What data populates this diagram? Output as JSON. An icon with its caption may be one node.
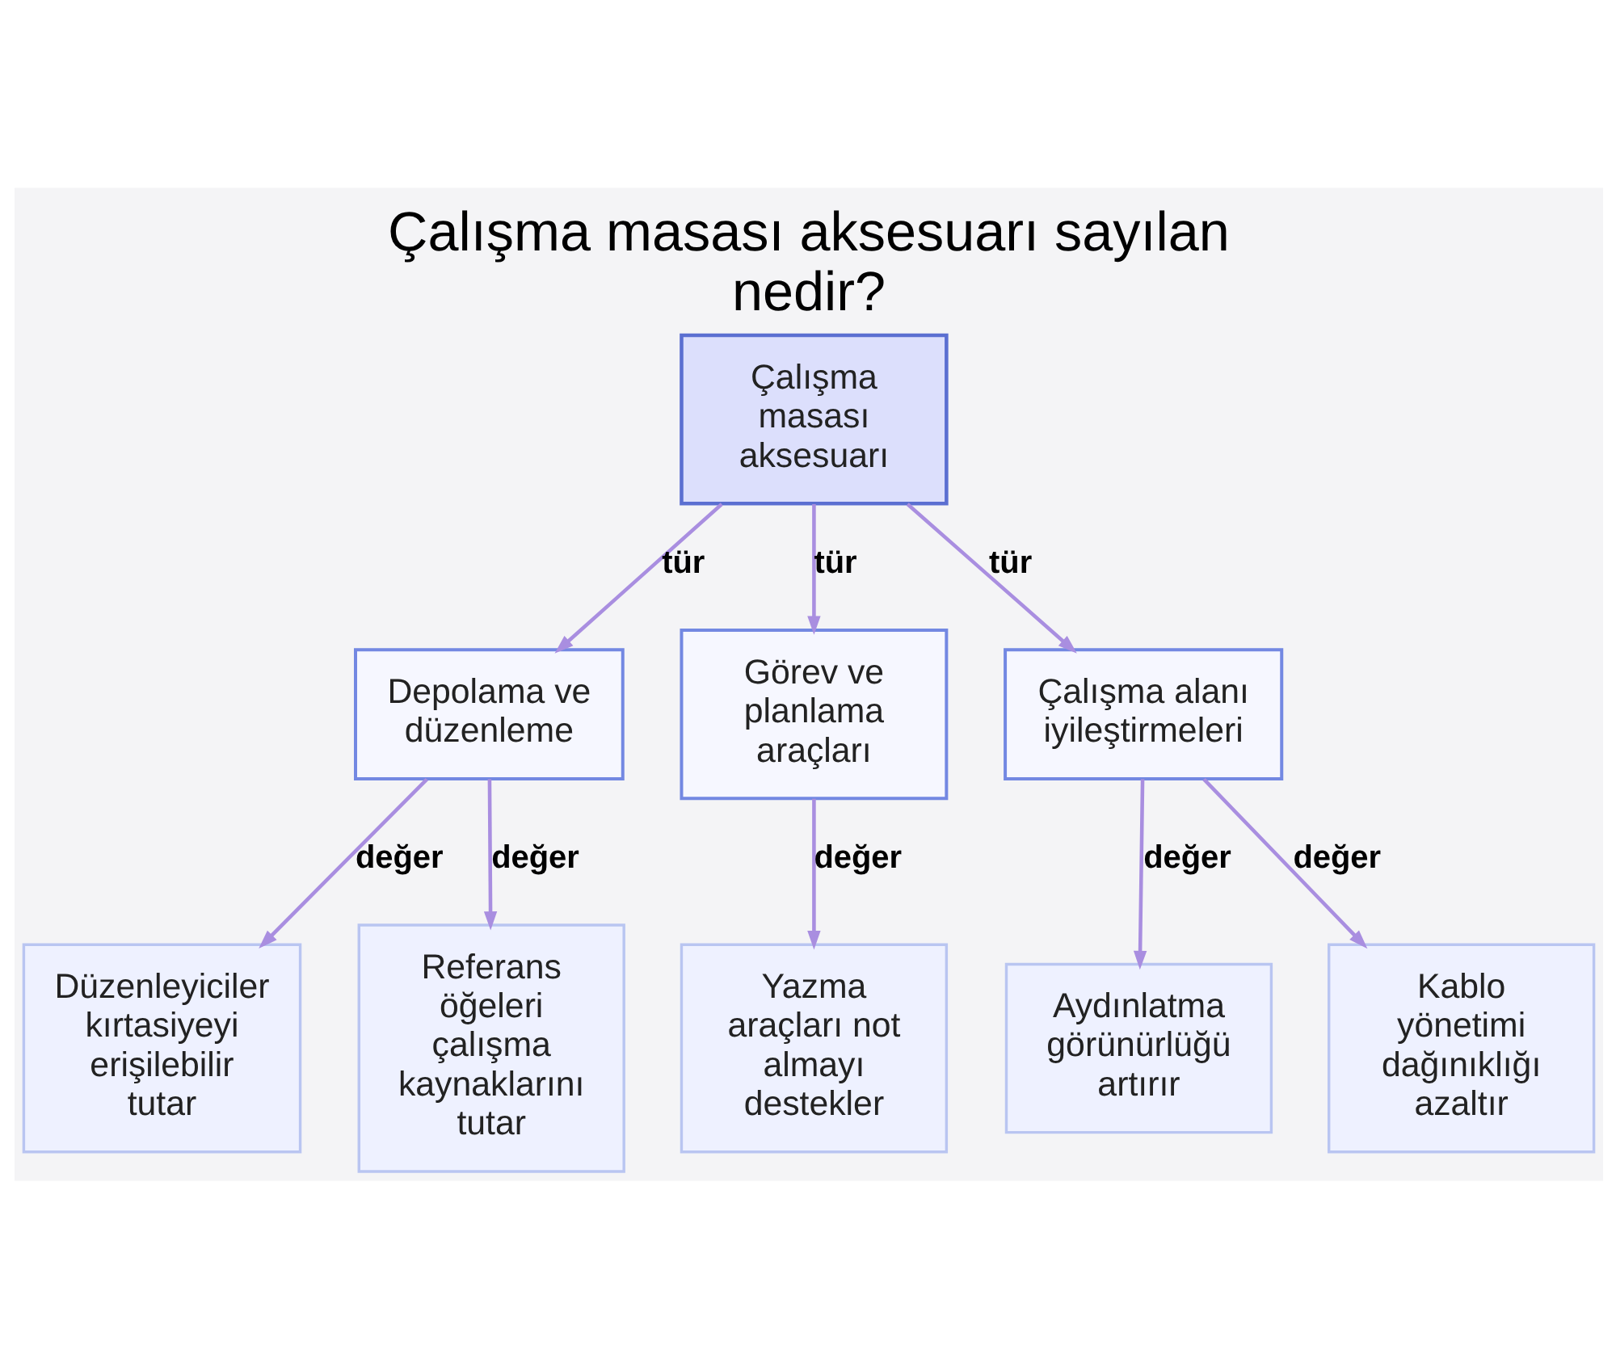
{
  "diagram": {
    "title": "Çalışma masası aksesuarı sayılan nedir?",
    "nodes": [
      {
        "text": [
          "Çalışma masası aksesuarı"
        ]
      },
      {
        "text": [
          "Depolama ve düzenleme"
        ]
      },
      {
        "text": [
          "Görev ve planlama araçları"
        ]
      },
      {
        "text": [
          "Çalışma alanı iyileştirmeleri"
        ]
      },
      {
        "text": [
          "Düzenleyiciler kırtasiyeyi erişilebilir tutar"
        ]
      },
      {
        "text": [
          "Referans öğeleri çalışma kaynaklarını tutar"
        ]
      },
      {
        "text": [
          "Yazma araçları not almayı destekler"
        ]
      },
      {
        "text": [
          "Aydınlatma görünürlüğü artırır"
        ]
      },
      {
        "text": [
          "Kablo yönetimi dağınıklığı azaltır"
        ]
      }
    ],
    "edges": [
      {
        "from": 0,
        "to": 1,
        "arrow": "to",
        "label": "tür"
      },
      {
        "from": 0,
        "to": 2,
        "arrow": "to",
        "label": "tür"
      },
      {
        "from": 0,
        "to": 3,
        "arrow": "to",
        "label": "tür"
      },
      {
        "from": 1,
        "to": 4,
        "arrow": "to",
        "label": "değer"
      },
      {
        "from": 1,
        "to": 5,
        "arrow": "to",
        "label": "değer"
      },
      {
        "from": 2,
        "to": 6,
        "arrow": "to",
        "label": "değer"
      },
      {
        "from": 3,
        "to": 7,
        "arrow": "to",
        "label": "değer"
      },
      {
        "from": 3,
        "to": 8,
        "arrow": "to",
        "label": "değer"
      }
    ]
  }
}
